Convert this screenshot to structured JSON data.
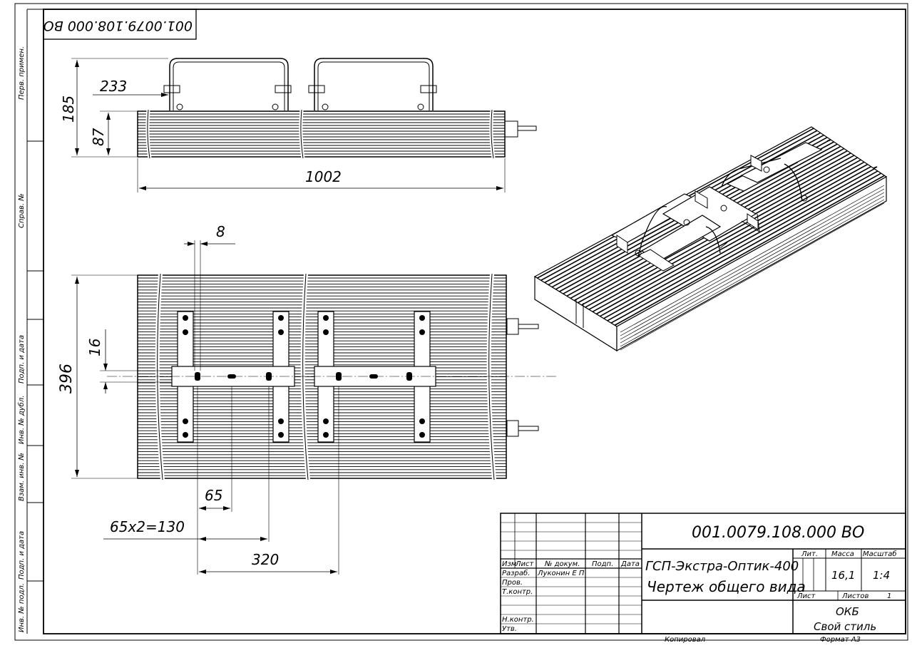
{
  "sheet": {
    "rotated_code": "001.0079.108.000 ВО",
    "side_labels": [
      "Перв. примен.",
      "Справ. №",
      "Подп. и дата",
      "Инв. № дубл.",
      "Взам. инв. №",
      "Подп. и дата",
      "Инв. № подл."
    ]
  },
  "dimensions": {
    "total_height": "185",
    "body_height": "87",
    "bracket_offset": "233",
    "length": "1002",
    "slot_width": "8",
    "slot_height": "16",
    "width": "396",
    "hole_spacing": "65",
    "hole_formula": "65х2=130",
    "bracket_spacing": "320"
  },
  "title_block": {
    "doc_number": "001.0079.108.000 ВО",
    "product_name": "ГСП-Экстра-Оптик-400",
    "drawing_type": "Чертеж общего вида",
    "headers": {
      "izm": "Изм",
      "list": "Лист",
      "doc": "№ докум.",
      "sign": "Подп.",
      "date": "Дата"
    },
    "roles": [
      "Разраб.",
      "Пров.",
      "Т.контр.",
      "",
      "Н.контр.",
      "Утв."
    ],
    "developer": "Луконин Е П",
    "lit_label": "Лит.",
    "mass_label": "Масса",
    "scale_label": "Масштаб",
    "mass": "16,1",
    "scale": "1:4",
    "sheet_label": "Лист",
    "sheets_label": "Листов",
    "sheets": "1",
    "org": "ОКБ",
    "org_sub": "Свой стиль",
    "copied": "Копировал",
    "format": "Формат А3"
  }
}
